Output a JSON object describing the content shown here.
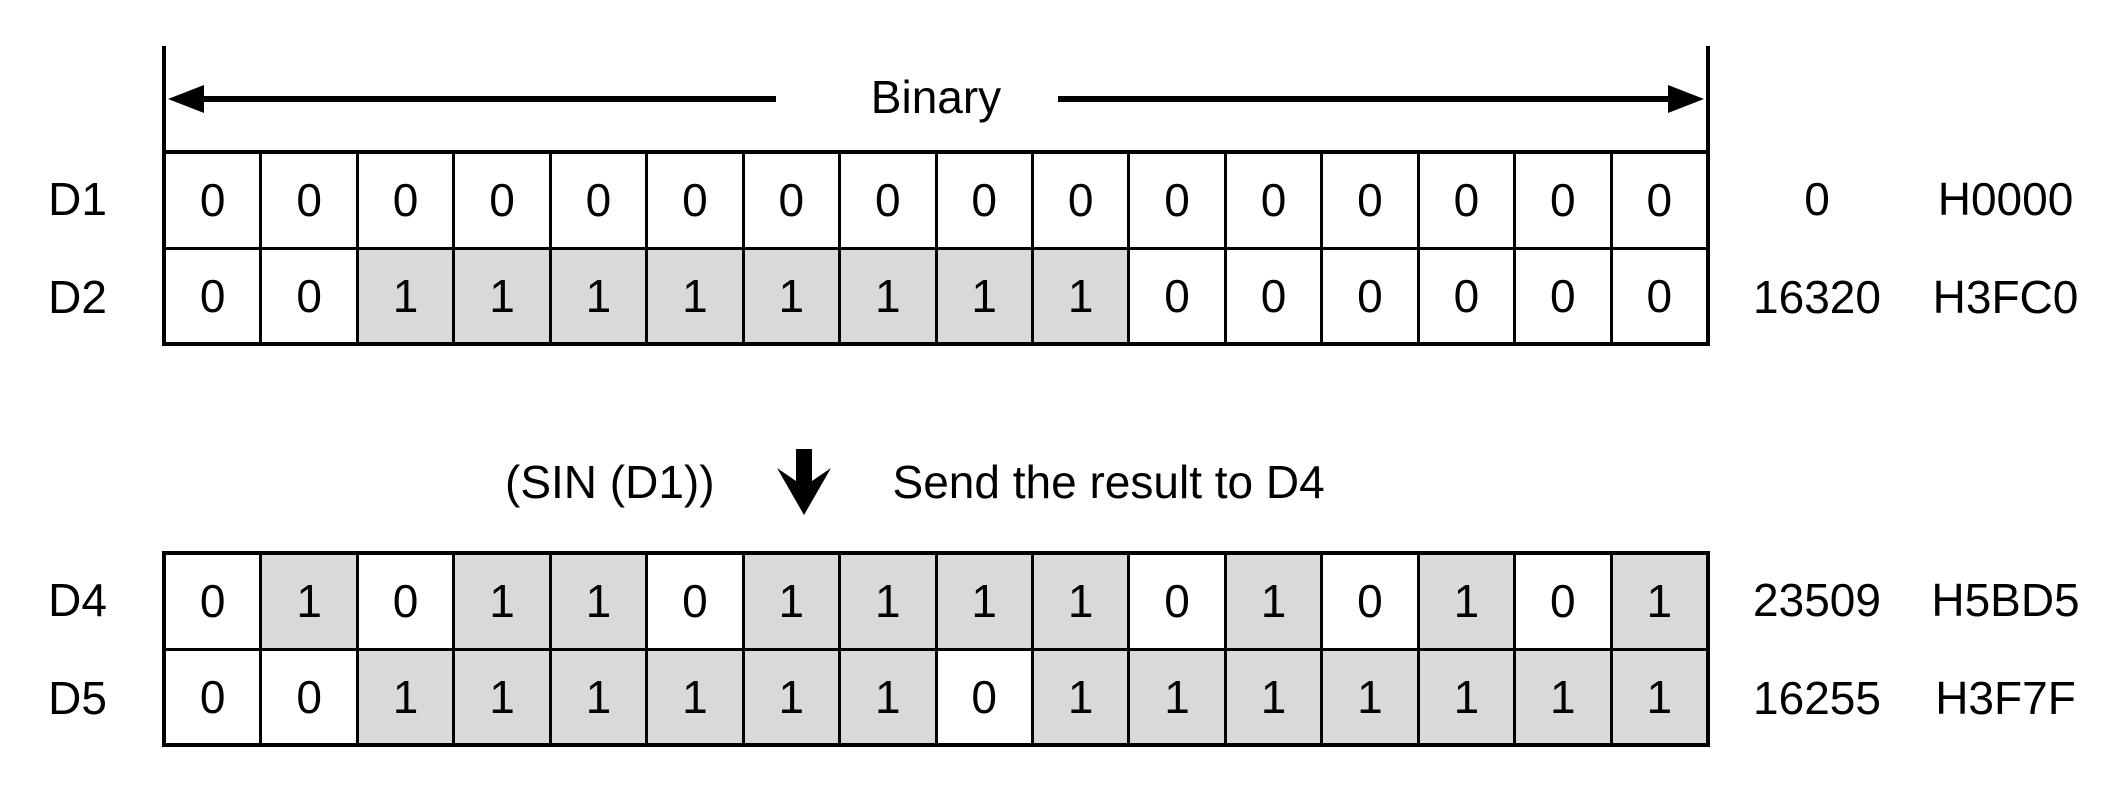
{
  "header": {
    "label": "Binary"
  },
  "operation": {
    "expression": "(SIN (D1))",
    "arrow_icon": "down-arrow",
    "description": "Send the result to D4"
  },
  "colors": {
    "shaded_cell": "#d9d9d9",
    "cell": "#ffffff",
    "line": "#000000"
  },
  "groups": [
    {
      "name": "source-registers",
      "rows": [
        {
          "label": "D1",
          "bits": [
            0,
            0,
            0,
            0,
            0,
            0,
            0,
            0,
            0,
            0,
            0,
            0,
            0,
            0,
            0,
            0
          ],
          "decimal": "0",
          "hex": "H0000"
        },
        {
          "label": "D2",
          "bits": [
            0,
            0,
            1,
            1,
            1,
            1,
            1,
            1,
            1,
            1,
            0,
            0,
            0,
            0,
            0,
            0
          ],
          "decimal": "16320",
          "hex": "H3FC0"
        }
      ]
    },
    {
      "name": "result-registers",
      "rows": [
        {
          "label": "D4",
          "bits": [
            0,
            1,
            0,
            1,
            1,
            0,
            1,
            1,
            1,
            1,
            0,
            1,
            0,
            1,
            0,
            1
          ],
          "decimal": "23509",
          "hex": "H5BD5"
        },
        {
          "label": "D5",
          "bits": [
            0,
            0,
            1,
            1,
            1,
            1,
            1,
            1,
            0,
            1,
            1,
            1,
            1,
            1,
            1,
            1
          ],
          "decimal": "16255",
          "hex": "H3F7F"
        }
      ]
    }
  ]
}
